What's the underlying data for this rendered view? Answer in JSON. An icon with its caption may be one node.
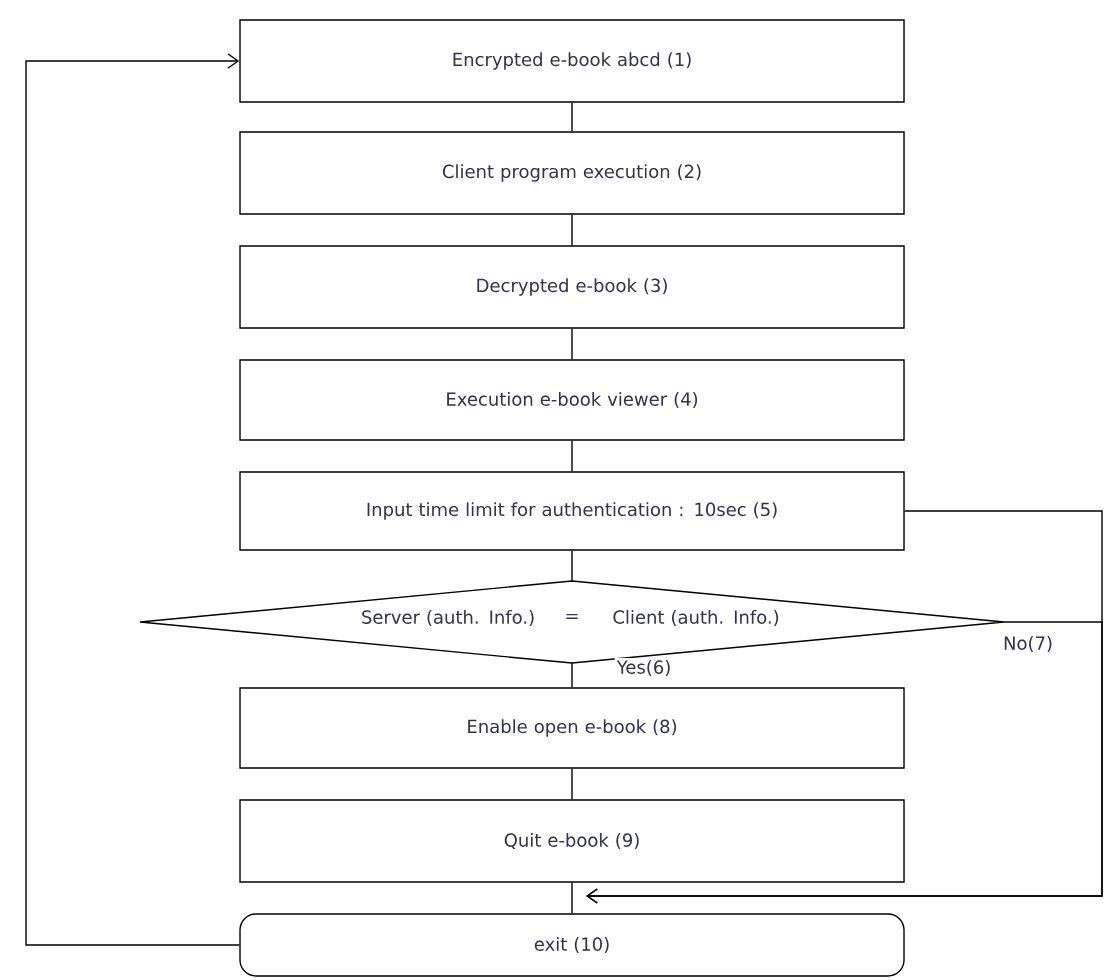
{
  "diagram": {
    "nodes": [
      {
        "text": [
          "Encrypted e-book abcd (1)"
        ]
      },
      {
        "text": [
          "Client program execution (2)"
        ]
      },
      {
        "text": [
          "Decrypted e-book (3)"
        ]
      },
      {
        "text": [
          "Execution e-book viewer (4)"
        ]
      },
      {
        "text": [
          "Input time limit for authentication : 10sec (5)"
        ]
      },
      {
        "text": [
          "Server (auth. Info.)",
          "=",
          "Client (auth. Info.)"
        ]
      },
      {
        "text": [
          "Enable open e-book (8)"
        ]
      },
      {
        "text": [
          "Quit e-book (9)"
        ]
      },
      {
        "text": [
          "exit (10)"
        ]
      }
    ],
    "edges": [
      {
        "from": 0,
        "to": 1,
        "arrow": "none"
      },
      {
        "from": 1,
        "to": 2,
        "arrow": "none"
      },
      {
        "from": 2,
        "to": 3,
        "arrow": "none"
      },
      {
        "from": 3,
        "to": 4,
        "arrow": "none"
      },
      {
        "from": 4,
        "to": 5,
        "arrow": "none"
      },
      {
        "from": 5,
        "to": 6,
        "arrow": "none",
        "label": "Yes(6)"
      },
      {
        "from": 6,
        "to": 7,
        "arrow": "none"
      },
      {
        "from": 7,
        "to": 8,
        "arrow": "none"
      },
      {
        "from": 8,
        "to": 0,
        "arrow": "to"
      },
      {
        "from": 4,
        "to": 8,
        "arrow": "to"
      },
      {
        "from": 5,
        "to": 8,
        "arrow": "to",
        "label": "No(7)"
      }
    ]
  }
}
